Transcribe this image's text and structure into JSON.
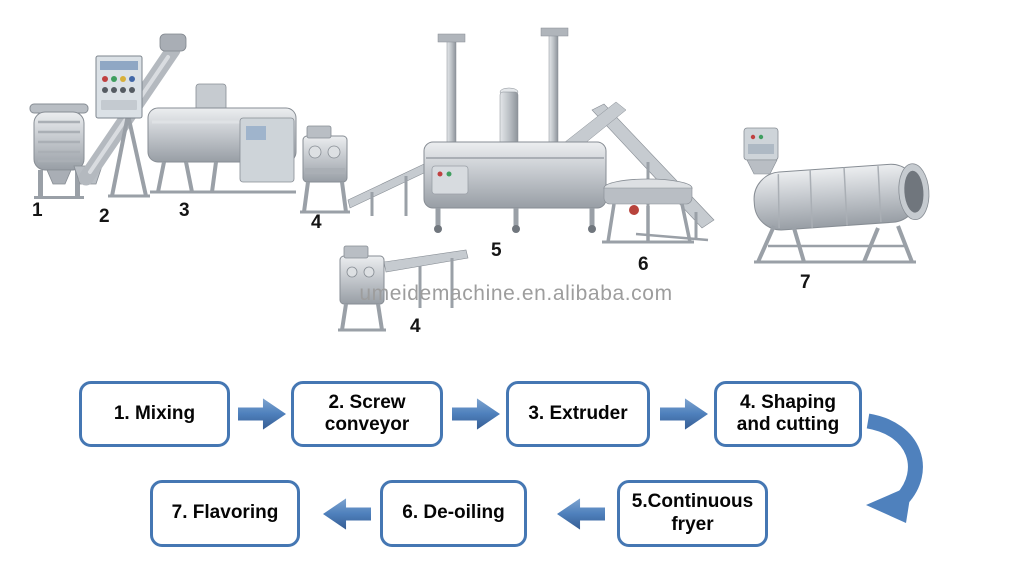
{
  "watermark": "umeidemachine.en.alibaba.com",
  "machine_labels": [
    {
      "text": "1"
    },
    {
      "text": "2"
    },
    {
      "text": "3"
    },
    {
      "text": "4"
    },
    {
      "text": "5"
    },
    {
      "text": "4"
    },
    {
      "text": "6"
    },
    {
      "text": "7"
    }
  ],
  "flowchart": {
    "steps": [
      {
        "label": "1. Mixing"
      },
      {
        "label": "2. Screw\nconveyor"
      },
      {
        "label": "3. Extruder"
      },
      {
        "label": "4. Shaping\nand cutting"
      },
      {
        "label": "5.Continuous\nfryer"
      },
      {
        "label": "6. De-oiling"
      },
      {
        "label": "7. Flavoring"
      }
    ]
  },
  "colors": {
    "arrow_blue": "#4f81bd",
    "box_border_blue": "#4577b3",
    "label_text": "#050505",
    "watermark_gray": "#9d9d9d"
  }
}
